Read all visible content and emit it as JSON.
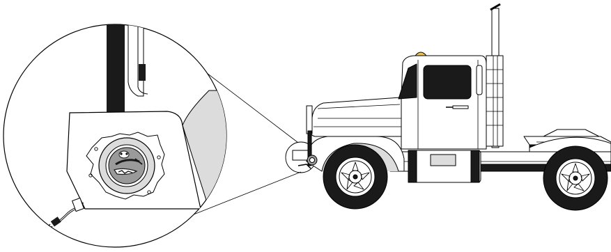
{
  "figure": {
    "kind": "line-illustration",
    "subjects": [
      "truck-tractor",
      "engine-block-heater",
      "magnified-detail-callout"
    ],
    "colors": {
      "background": "#ffffff",
      "line": "#000000",
      "fill_white": "#ffffff",
      "fill_light_gray": "#dcdcdc",
      "fill_mid_gray": "#9a9a9a",
      "fill_dark": "#1a1a1a",
      "beacon_amber": "#e8c25a"
    }
  }
}
